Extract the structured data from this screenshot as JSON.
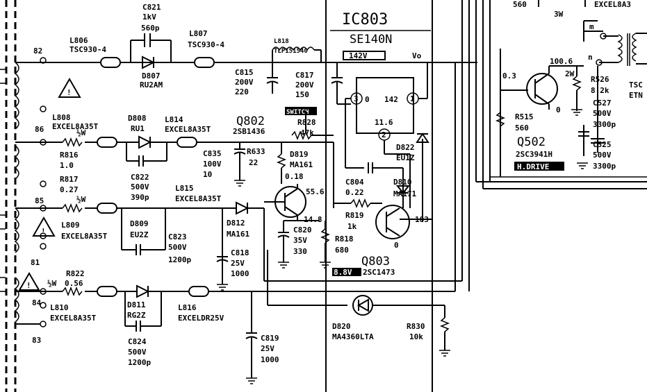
{
  "ic803": {
    "name": "IC803",
    "part": "SE140N",
    "vo": "Vo",
    "boxed_value": "142V",
    "switch_tag": "SWITCH",
    "pin1_val": "142",
    "pin3_val": "0",
    "pin2_val": "11.6",
    "pin1": "1",
    "pin2": "2",
    "pin3": "3"
  },
  "q802": {
    "name": "Q802",
    "part": "2SB1436",
    "vb": "0.18",
    "ve": "55.6",
    "vc": "14.8"
  },
  "q803": {
    "name": "Q803",
    "part": "2SC1473",
    "tag": "8.8V",
    "vc": "183",
    "vb": "0"
  },
  "q502": {
    "name": "Q502",
    "part": "2SC3941H",
    "tag": "H.DRIVE",
    "vb": "0.3",
    "ve": "0",
    "vc": "100.6"
  },
  "components": {
    "c821": [
      "C821",
      "1kV",
      "560p"
    ],
    "l806": [
      "L806",
      "TSC930-4"
    ],
    "l807": [
      "L807",
      "TSC930-4"
    ],
    "l818": [
      "L818",
      "TLP151540"
    ],
    "d807": [
      "D807",
      "RU2AM"
    ],
    "c815": [
      "C815",
      "200V",
      "220"
    ],
    "c817": [
      "C817",
      "200V",
      "150"
    ],
    "l808": [
      "L808",
      "EXCEL8A35T"
    ],
    "d808": [
      "D808",
      "RU1"
    ],
    "l814": [
      "L814",
      "EXCEL8A35T"
    ],
    "r828": [
      "R828",
      "47k"
    ],
    "r816": [
      "R816",
      "1.0"
    ],
    "c835": [
      "C835",
      "100V",
      "10"
    ],
    "r633": [
      "R633",
      "22"
    ],
    "d819": [
      "D819",
      "MA161"
    ],
    "c822": [
      "C822",
      "500V",
      "390p"
    ],
    "r817": [
      "R817",
      "0.27"
    ],
    "l815": [
      "L815",
      "EXCEL8A35T"
    ],
    "c804": [
      "C804",
      "0.22"
    ],
    "d810": [
      "D810",
      "MA171"
    ],
    "d822": [
      "D822",
      "EU1Z"
    ],
    "l809": [
      "L809",
      "EXCEL8A35T"
    ],
    "d809": [
      "D809",
      "EU2Z"
    ],
    "c823": [
      "C823",
      "500V",
      "1200p"
    ],
    "d812": [
      "D812",
      "MA161"
    ],
    "c820": [
      "C820",
      "35V",
      "330"
    ],
    "r818": [
      "R818",
      "680"
    ],
    "r819": [
      "R819",
      "1k"
    ],
    "c818": [
      "C818",
      "25V",
      "1000"
    ],
    "r822": [
      "R822",
      "0.56"
    ],
    "l810": [
      "L810",
      "EXCEL8A35T"
    ],
    "d811": [
      "D811",
      "RG2Z"
    ],
    "l816": [
      "L816",
      "EXCELDR25V"
    ],
    "c824": [
      "C824",
      "500V",
      "1200p"
    ],
    "d820": [
      "D820",
      "MA4360LTA"
    ],
    "r830": [
      "R830",
      "10k"
    ],
    "c819": [
      "C819",
      "25V",
      "1000"
    ],
    "r515": [
      "R515",
      "560"
    ],
    "r526": [
      "R526",
      "8.2k"
    ],
    "c527": [
      "C527",
      "500V",
      "3300p"
    ],
    "c525": [
      "C525",
      "500V",
      "3300p"
    ]
  },
  "nodes": {
    "n82": "82",
    "n86": "86",
    "n85": "85",
    "n81": "81",
    "n84": "84",
    "n83": "83"
  },
  "misc": {
    "w1": "½W",
    "w2": "½W",
    "w3": "½W",
    "w2w": "2W",
    "w3w": "3W",
    "top560": "560",
    "topExcel": "EXCEL8A3",
    "ts": "TSC",
    "et": "ETN",
    "pm": "m",
    "pn": "n"
  }
}
